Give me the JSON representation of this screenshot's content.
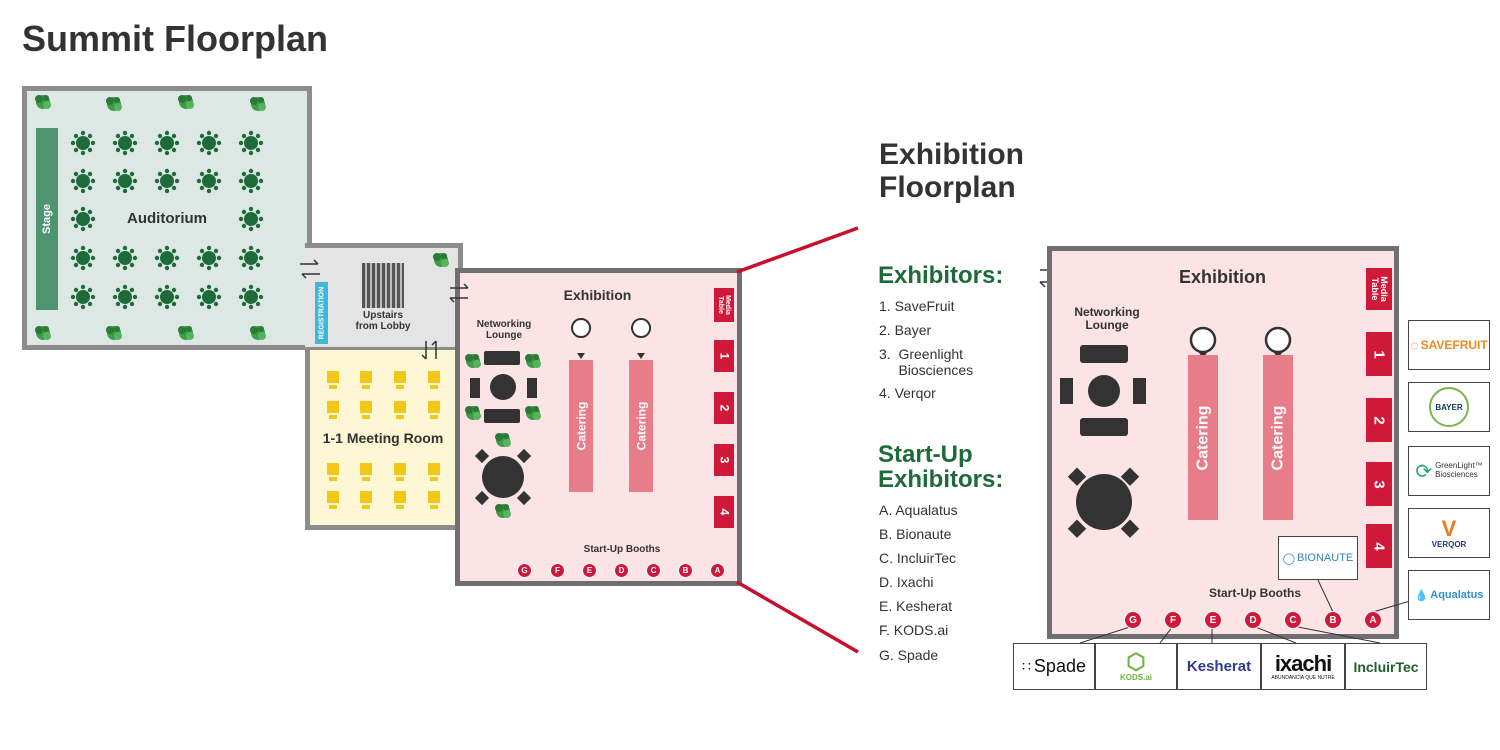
{
  "page_title": "Summit Floorplan",
  "summit": {
    "auditorium": "Auditorium",
    "stage": "Stage",
    "registration": "REGISTRATION",
    "upstairs": "Upstairs\nfrom Lobby",
    "meeting_room": "1-1 Meeting Room",
    "exhibition": "Exhibition",
    "networking": "Networking\nLounge",
    "catering": "Catering",
    "media_table": "Media\nTable",
    "booths": [
      "1",
      "2",
      "3",
      "4"
    ],
    "startup_label": "Start-Up Booths",
    "startup_letters": [
      "G",
      "F",
      "E",
      "D",
      "C",
      "B",
      "A"
    ]
  },
  "detail": {
    "title": "Exhibition\nFloorplan",
    "exhibition": "Exhibition",
    "networking": "Networking\nLounge",
    "catering": "Catering",
    "media_table": "Media\nTable",
    "booths": [
      "1",
      "2",
      "3",
      "4"
    ],
    "startup_label": "Start-Up Booths",
    "startup_letters": [
      "G",
      "F",
      "E",
      "D",
      "C",
      "B",
      "A"
    ]
  },
  "exhibitors": {
    "heading": "Exhibitors:",
    "items": [
      "1.  SaveFruit",
      "2.  Bayer",
      "3.  Greenlight\n     Biosciences",
      "4.  Verqor"
    ]
  },
  "startups": {
    "heading": "Start-Up\nExhibitors:",
    "items": [
      "A.  Aqualatus",
      "B.  Bionaute",
      "C.  IncluirTec",
      "D.  Ixachi",
      "E.  Kesherat",
      "F.  KODS.ai",
      "G.  Spade"
    ]
  },
  "logos": {
    "savefruit": "SAVEFRUIT",
    "bayer": "BAYER",
    "greenlight": "GreenLight™\nBiosciences",
    "verqor": "VERQOR",
    "aqualatus": "Aqualatus",
    "bionaute": "BIONAUTE",
    "spade": "Spade",
    "kods": "KODS.ai",
    "kesherat": "Kesherat",
    "ixachi": "ixachi",
    "ixachi_sub": "ABUNDANCIA QUE NUTRE",
    "incluirtec": "IncluirTec"
  },
  "colors": {
    "red": "#d0183a",
    "green": "#1e6b3a",
    "auditorium_bg": "#dde8e4",
    "exhibition_bg": "#fbe3e6",
    "meeting_bg": "#fdf7d6",
    "chair_yellow": "#f2c818"
  }
}
